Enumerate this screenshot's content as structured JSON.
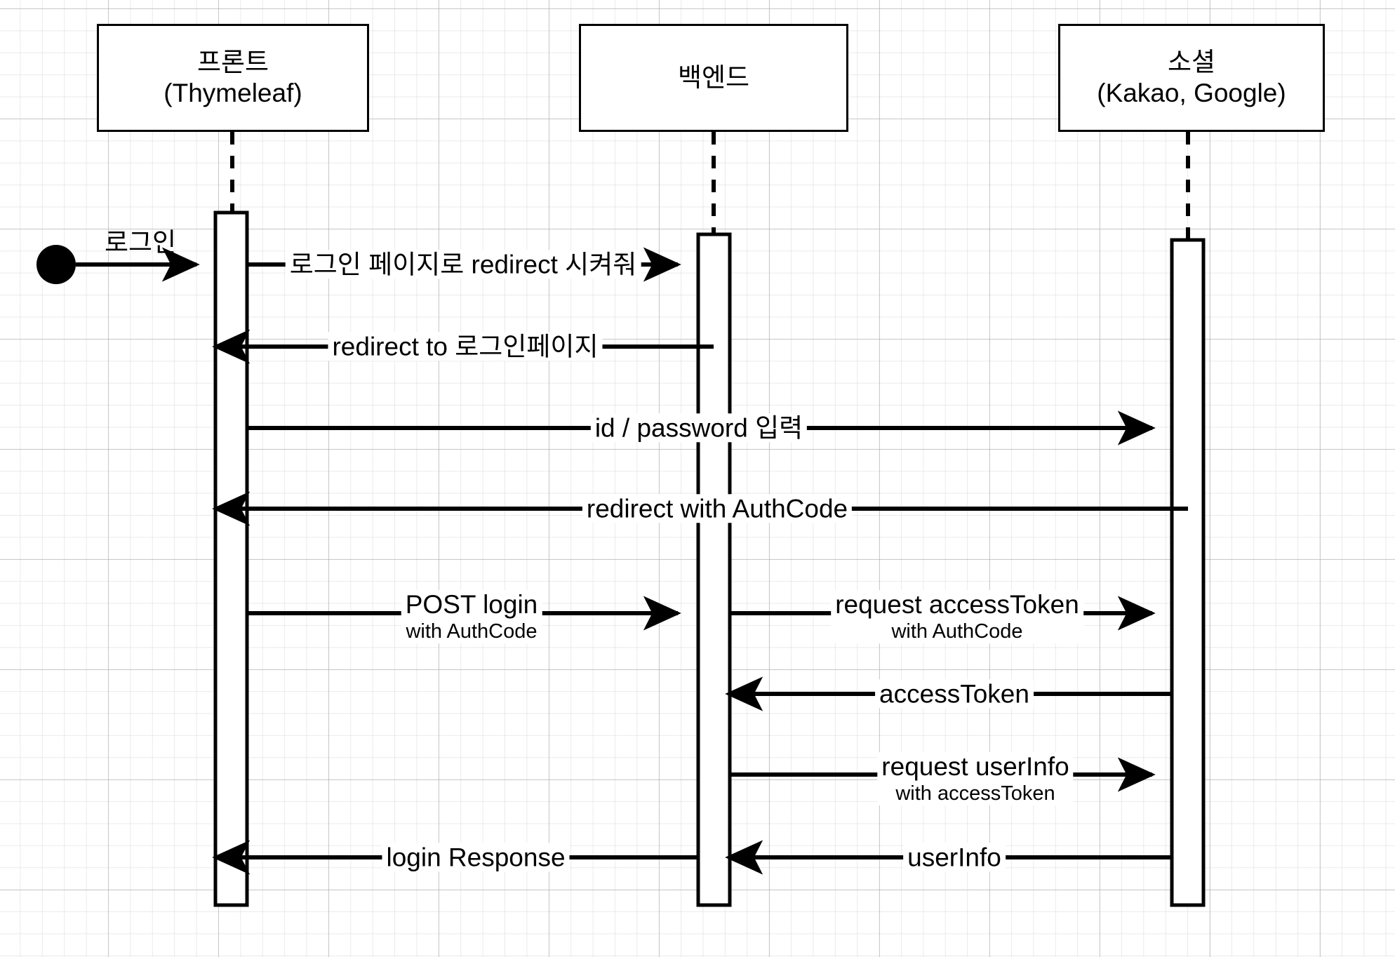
{
  "diagram": {
    "type": "sequence-diagram",
    "title": "",
    "background": "#ffffff",
    "line_color": "#000000",
    "grid_minor_color": "#d2d2d2",
    "grid_major_color": "#aaaaaa"
  },
  "participants": [
    {
      "id": "front",
      "name": "프론트",
      "sub": "(Thymeleaf)"
    },
    {
      "id": "backend",
      "name": "백엔드",
      "sub": ""
    },
    {
      "id": "social",
      "name": "소셜",
      "sub": "(Kakao, Google)"
    }
  ],
  "start_node": {
    "label": "로그인"
  },
  "messages": [
    {
      "id": "m1",
      "from": "front",
      "to": "backend",
      "label": "로그인 페이지로 redirect 시켜줘",
      "sub": "",
      "direction": "right"
    },
    {
      "id": "m2",
      "from": "backend",
      "to": "front",
      "label": "redirect to 로그인페이지",
      "sub": "",
      "direction": "left"
    },
    {
      "id": "m3",
      "from": "front",
      "to": "social",
      "label": "id / password 입력",
      "sub": "",
      "direction": "right"
    },
    {
      "id": "m4",
      "from": "social",
      "to": "front",
      "label": "redirect with AuthCode",
      "sub": "",
      "direction": "left"
    },
    {
      "id": "m5",
      "from": "front",
      "to": "backend",
      "label": "POST login",
      "sub": "with AuthCode",
      "direction": "right"
    },
    {
      "id": "m6",
      "from": "backend",
      "to": "social",
      "label": "request accessToken",
      "sub": "with AuthCode",
      "direction": "right"
    },
    {
      "id": "m7",
      "from": "social",
      "to": "backend",
      "label": "accessToken",
      "sub": "",
      "direction": "left"
    },
    {
      "id": "m8",
      "from": "backend",
      "to": "social",
      "label": "request userInfo",
      "sub": "with accessToken",
      "direction": "right"
    },
    {
      "id": "m9",
      "from": "social",
      "to": "backend",
      "label": "userInfo",
      "sub": "",
      "direction": "left"
    },
    {
      "id": "m10",
      "from": "backend",
      "to": "front",
      "label": "login Response",
      "sub": "",
      "direction": "left"
    }
  ]
}
